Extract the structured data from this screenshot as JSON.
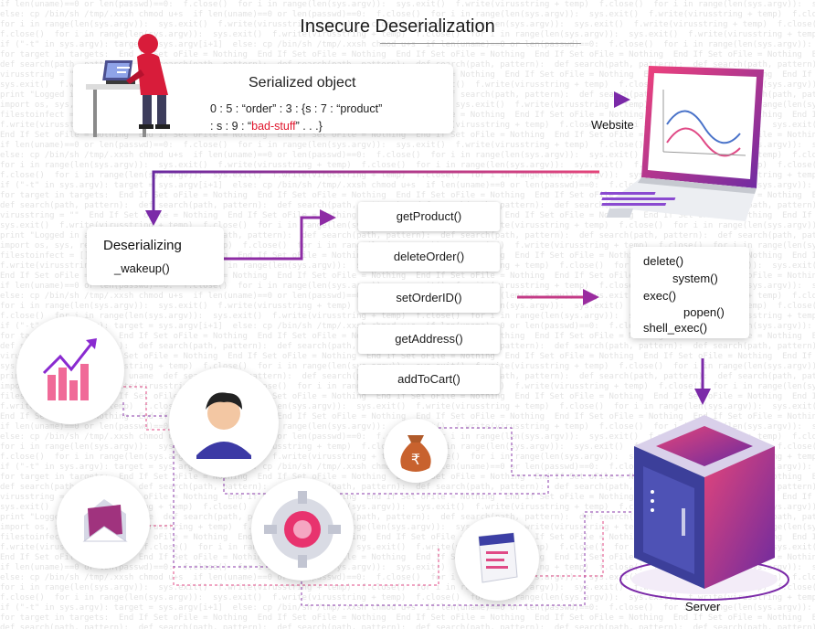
{
  "title": "Insecure Deserialization",
  "serialized": {
    "title": "Serialized object",
    "line1": "0 : 5 : “order” : 3 : {s : 7 : “product”",
    "line2_pre": ": s : 9 : “",
    "line2_bad": "bad-stuff",
    "line2_post": "” . . .}"
  },
  "website_label": "Website",
  "deserializing": {
    "title": "Deserializing",
    "method": "_wakeup()"
  },
  "methods": [
    "getProduct()",
    "deleteOrder()",
    "setOrderID()",
    "getAddress()",
    "addToCart()"
  ],
  "commands": [
    "delete()",
    "system()",
    "exec()",
    "popen()",
    "shell_exec()"
  ],
  "server_label": "Server",
  "colors": {
    "accent_purple": "#7b2aa8",
    "accent_pink": "#e8336e",
    "bad_text": "#e0142a"
  },
  "icons": [
    "hacker-icon",
    "laptop-icon",
    "server-icon",
    "chart-icon",
    "user-avatar-icon",
    "money-bag-icon",
    "email-icon",
    "gear-icon",
    "document-icon"
  ]
}
